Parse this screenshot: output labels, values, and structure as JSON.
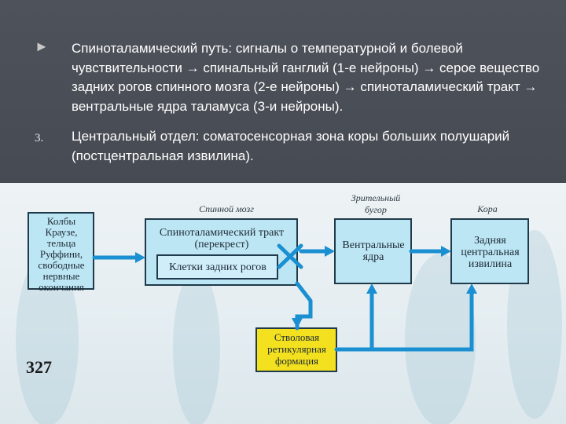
{
  "slide": {
    "bullets": [
      {
        "marker": "►",
        "text": "Спиноталамический путь:  сигналы о температурной и болевой чувствительности → спинальный ганглий (1-е нейроны) → серое вещество задних рогов спинного мозга (2-е нейроны) →  спиноталамический тракт → вентральные ядра таламуса (3-и нейроны)."
      },
      {
        "marker": "3.",
        "text": "Центральный отдел:  соматосенсорная зона коры больших полушарий (постцентральная извилина)."
      }
    ]
  },
  "diagram": {
    "headers": {
      "spinal_cord": "Спинной мозг",
      "thalamus": "Зрительный бугор",
      "cortex": "Кора"
    },
    "boxes": {
      "receptors": "Колбы Краузе, тельца Руффини, свободные нервные окончания",
      "tract": "Спиноталамический тракт (перекрест)",
      "dorsal_horn": "Клетки задних рогов",
      "ventral_nuclei": "Вентральные ядра",
      "postcentral": "Задняя центральная извилина",
      "reticular": "Стволовая ретикулярная формация"
    },
    "page_number": "327",
    "colors": {
      "box_blue": "#bde6f5",
      "box_yellow": "#f3e11f",
      "arrow_blue": "#1a8fd1"
    }
  }
}
